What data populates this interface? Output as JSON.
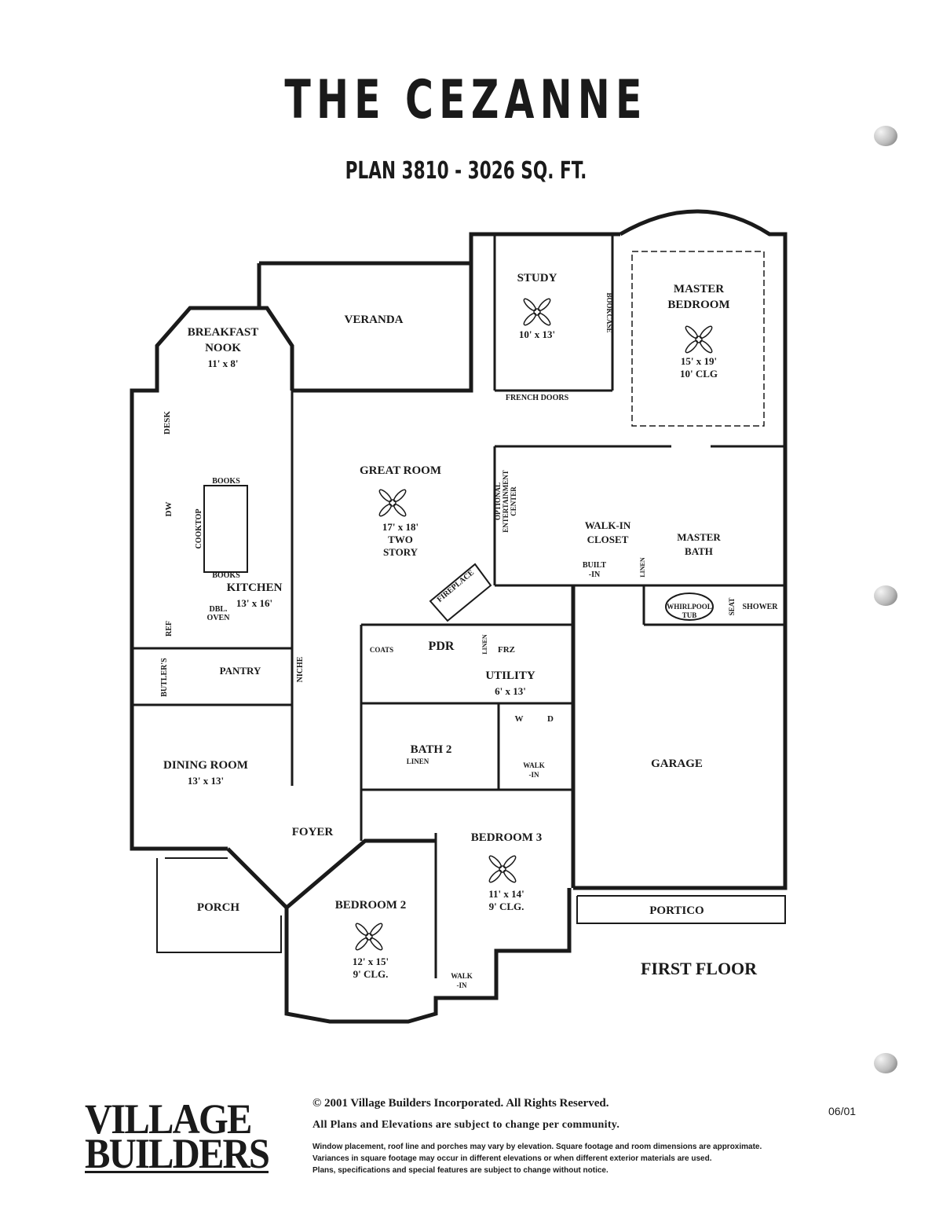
{
  "header": {
    "title": "THE CEZANNE",
    "subtitle": "PLAN 3810 - 3026 SQ. FT."
  },
  "floor_label": "FIRST FLOOR",
  "rooms": [
    {
      "id": "breakfast",
      "lines": [
        "BREAKFAST",
        "NOOK",
        "11' x 8'"
      ]
    },
    {
      "id": "veranda",
      "lines": [
        "VERANDA"
      ]
    },
    {
      "id": "study",
      "lines": [
        "STUDY",
        "10' x 13'"
      ]
    },
    {
      "id": "master-bedroom",
      "lines": [
        "MASTER",
        "BEDROOM",
        "15' x 19'",
        "10' CLG"
      ]
    },
    {
      "id": "great-room",
      "lines": [
        "GREAT ROOM",
        "17' x 18'",
        "TWO",
        "STORY"
      ]
    },
    {
      "id": "kitchen",
      "lines": [
        "KITCHEN",
        "13' x 16'"
      ]
    },
    {
      "id": "walk-in-closet",
      "lines": [
        "WALK-IN",
        "CLOSET"
      ]
    },
    {
      "id": "master-bath",
      "lines": [
        "MASTER",
        "BATH"
      ]
    },
    {
      "id": "pantry",
      "lines": [
        "PANTRY"
      ]
    },
    {
      "id": "pdr",
      "lines": [
        "PDR"
      ]
    },
    {
      "id": "utility",
      "lines": [
        "UTILITY",
        "6' x 13'"
      ]
    },
    {
      "id": "dining-room",
      "lines": [
        "DINING ROOM",
        "13' x 13'"
      ]
    },
    {
      "id": "bath-2",
      "lines": [
        "BATH 2"
      ]
    },
    {
      "id": "garage",
      "lines": [
        "GARAGE"
      ]
    },
    {
      "id": "foyer",
      "lines": [
        "FOYER"
      ]
    },
    {
      "id": "bedroom-3",
      "lines": [
        "BEDROOM 3",
        "11' x 14'",
        "9' CLG."
      ]
    },
    {
      "id": "porch",
      "lines": [
        "PORCH"
      ]
    },
    {
      "id": "bedroom-2",
      "lines": [
        "BEDROOM 2",
        "12' x 15'",
        "9' CLG."
      ]
    },
    {
      "id": "portico",
      "lines": [
        "PORTICO"
      ]
    }
  ],
  "fixtures": {
    "desk": "DESK",
    "dw": "DW",
    "books_top": "BOOKS",
    "books_bottom": "BOOKS",
    "cooktop": "COOKTOP",
    "dbl_oven_1": "DBL.",
    "dbl_oven_2": "OVEN",
    "ref": "REF",
    "butlers": "BUTLER'S",
    "niche": "NICHE",
    "bookcase": "BOOKCASE",
    "french_doors": "FRENCH DOORS",
    "optional_ent_1": "OPTIONAL",
    "optional_ent_2": "ENTERTAINMENT",
    "optional_ent_3": "CENTER",
    "fireplace": "FIREPLACE",
    "built_in_1": "BUILT",
    "built_in_2": "-IN",
    "linen_mb": "LINEN",
    "whirlpool_1": "WHIRLPOOL",
    "whirlpool_2": "TUB",
    "seat": "SEAT",
    "shower": "SHOWER",
    "coats": "COATS",
    "linen_pdr": "LINEN",
    "frz": "FRZ",
    "washer": "W",
    "dryer": "D",
    "linen_bath2": "LINEN",
    "walk_in_util_1": "WALK",
    "walk_in_util_2": "-IN",
    "walk_in_bed2_1": "WALK",
    "walk_in_bed2_2": "-IN"
  },
  "footer": {
    "logo_line1": "VILLAGE",
    "logo_line2": "BUILDERS",
    "copyright": "© 2001 Village Builders Incorporated.  All Rights Reserved.",
    "plans_note": "All Plans and Elevations are subject to change per community.",
    "fine_1": "Window placement, roof line and porches may vary by elevation. Square footage and room dimensions are approximate.",
    "fine_2": "Variances in square footage may occur in different elevations or when different exterior materials are used.",
    "fine_3": "Plans, specifications and special features are subject to change without notice.",
    "date": "06/01"
  }
}
